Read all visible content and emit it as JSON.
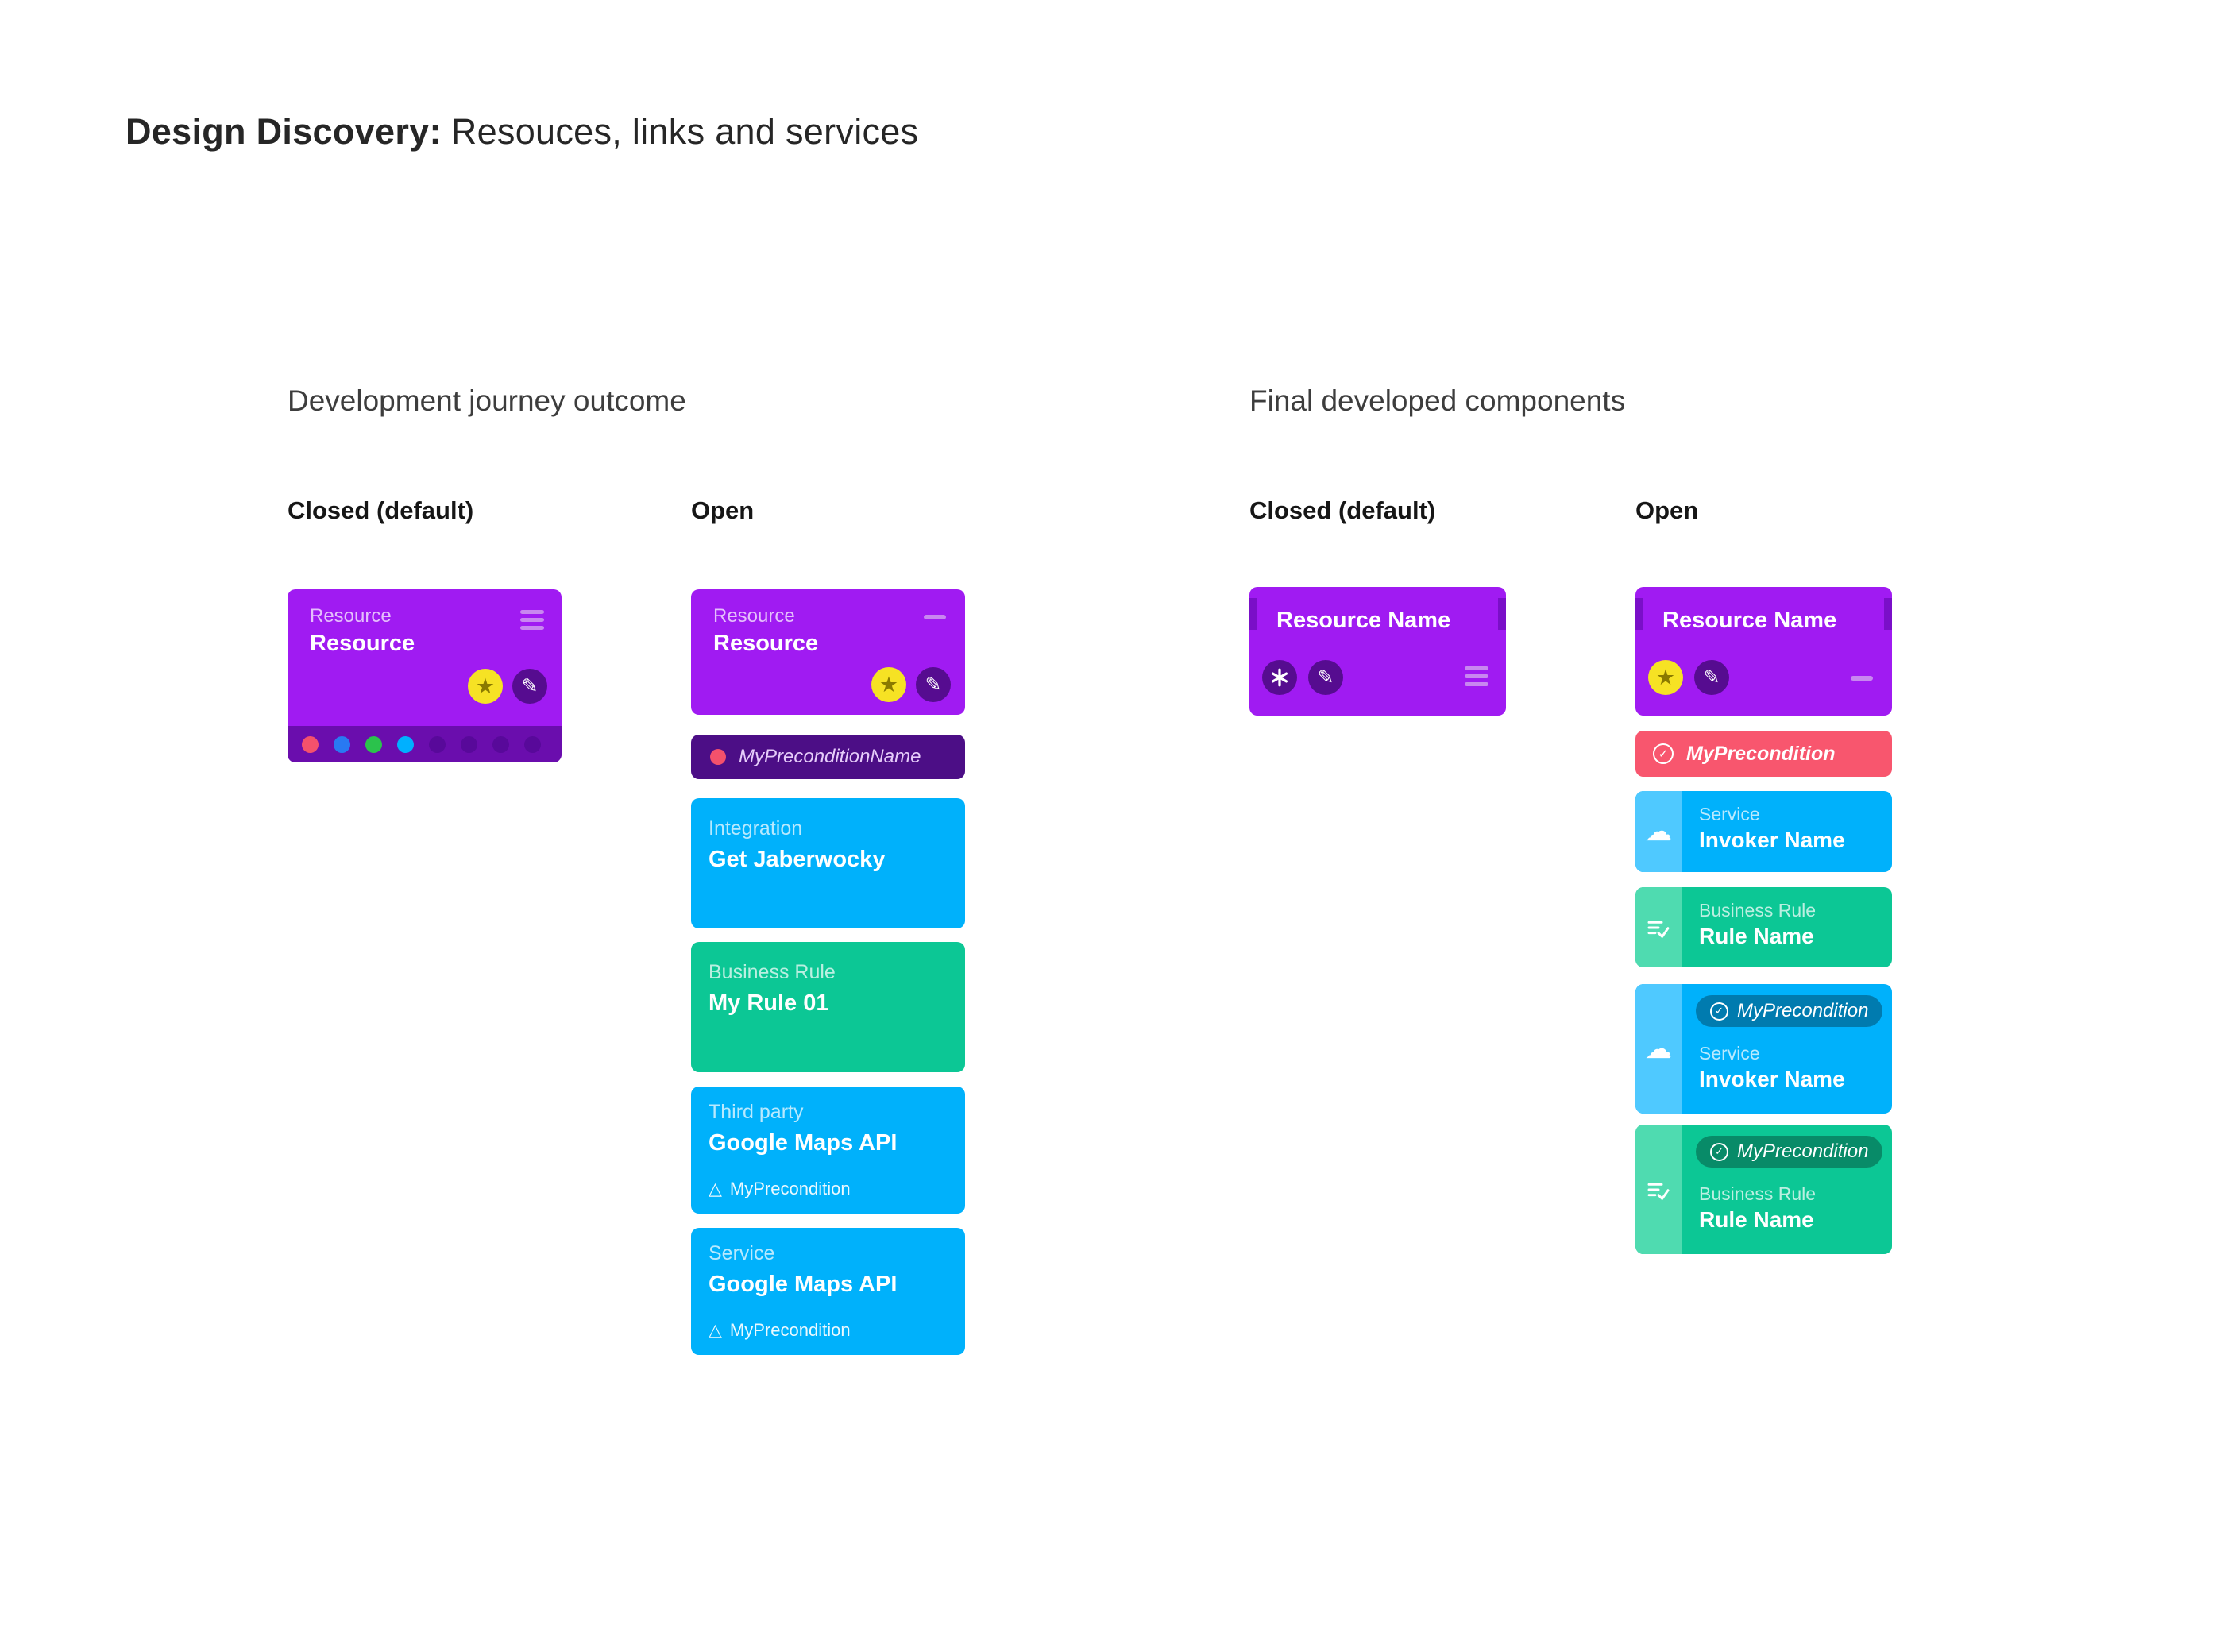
{
  "page": {
    "title_bold": "Design Discovery:",
    "title_rest": "Resouces, links and services"
  },
  "sections": {
    "left": {
      "title": "Development journey outcome",
      "closed_label": "Closed (default)",
      "open_label": "Open"
    },
    "right": {
      "title": "Final developed components",
      "closed_label": "Closed (default)",
      "open_label": "Open"
    }
  },
  "icons": {
    "star": "★",
    "pencil": "✎",
    "cloud": "☁",
    "triangle": "△",
    "check": "✓"
  },
  "colors": {
    "purple": "#A01BF2",
    "purple_dark": "#6A0DAD",
    "purple_deep": "#4C0E86",
    "blue": "#00B1FB",
    "blue_light": "#4FC9FF",
    "green": "#0CC795",
    "green_light": "#4FDBB0",
    "red": "#F8566E",
    "yellow": "#F6E224"
  },
  "left_closed": {
    "card": {
      "type_label": "Resource",
      "name": "Resource"
    },
    "dot_colors": [
      "#F4516C",
      "#2979F2",
      "#2BC24C",
      "#00B0FF",
      "#58099A",
      "#58099A",
      "#58099A",
      "#58099A"
    ]
  },
  "left_open": {
    "card": {
      "type_label": "Resource",
      "name": "Resource"
    },
    "precondition": "MyPreconditionName",
    "items": [
      {
        "type_label": "Integration",
        "name": "Get Jaberwocky"
      },
      {
        "type_label": "Business Rule",
        "name": "My Rule 01"
      },
      {
        "type_label": "Third party",
        "name": "Google Maps API",
        "precondition": "MyPrecondition"
      },
      {
        "type_label": "Service",
        "name": "Google Maps API",
        "precondition": "MyPrecondition"
      }
    ]
  },
  "right_closed": {
    "card": {
      "name": "Resource Name"
    }
  },
  "right_open": {
    "card": {
      "name": "Resource Name"
    },
    "precondition_pill": "MyPrecondition",
    "items": [
      {
        "type_label": "Service",
        "name": "Invoker Name"
      },
      {
        "type_label": "Business Rule",
        "name": "Rule Name"
      },
      {
        "type_label": "Service",
        "name": "Invoker Name",
        "precondition": "MyPrecondition"
      },
      {
        "type_label": "Business Rule",
        "name": "Rule Name",
        "precondition": "MyPrecondition"
      }
    ]
  }
}
